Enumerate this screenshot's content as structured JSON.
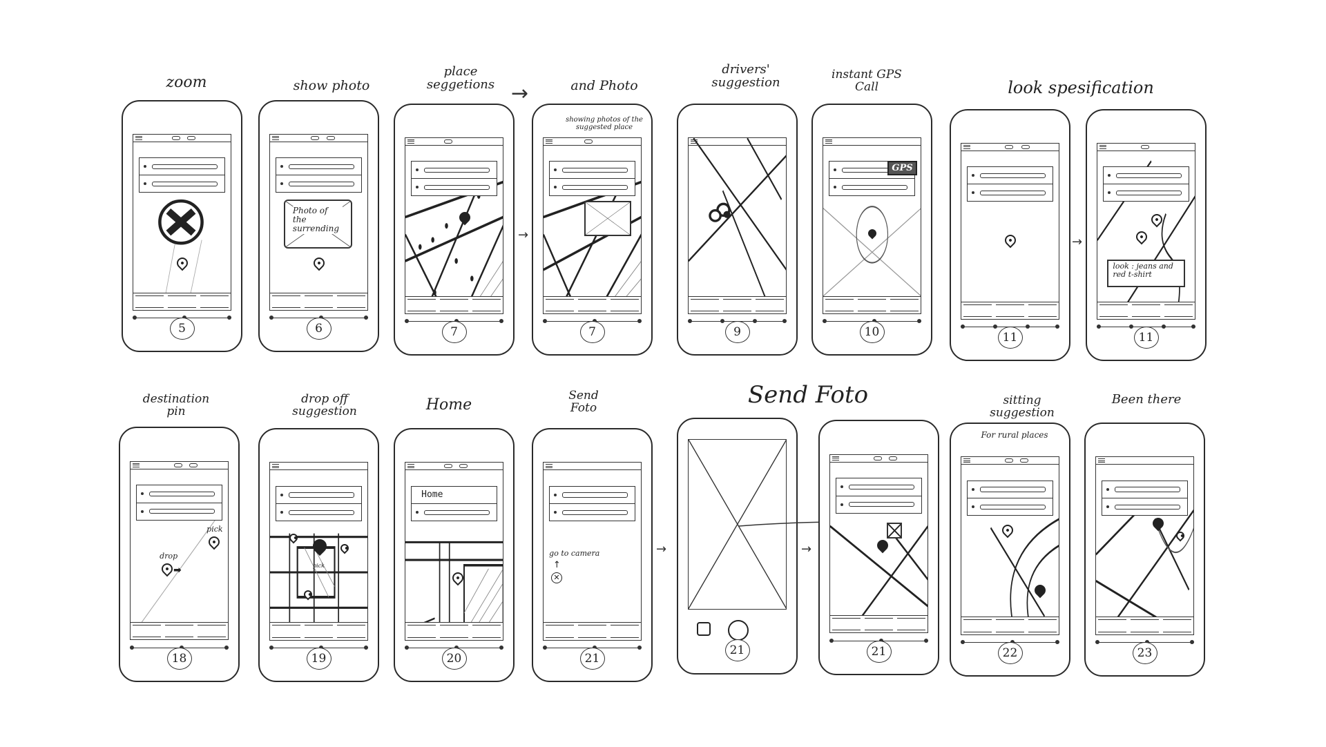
{
  "row1": [
    {
      "id": "p5",
      "title": "zoom",
      "number": "5"
    },
    {
      "id": "p6",
      "title": "show photo",
      "number": "6",
      "overlay": "Photo of the surrending"
    },
    {
      "id": "p7a",
      "title": "place seggetions",
      "number": "7"
    },
    {
      "id": "p7b",
      "title": "and Photo",
      "number": "7",
      "note": "showing photos of the suggested place"
    },
    {
      "id": "p9",
      "title": "drivers' suggestion",
      "number": "9"
    },
    {
      "id": "p10",
      "title": "instant GPS Call",
      "number": "10",
      "badge": "GPS"
    },
    {
      "id": "p11a",
      "title": "",
      "number": "11"
    },
    {
      "id": "p11b",
      "title": "",
      "number": "11",
      "note": "look : jeans and red t-shirt"
    }
  ],
  "group_title_11": "look spesification",
  "row2": [
    {
      "id": "p18",
      "title": "destination pin",
      "number": "18",
      "drop": "drop",
      "pick": "pick"
    },
    {
      "id": "p19",
      "title": "drop off suggestion",
      "number": "19",
      "pick": "pick"
    },
    {
      "id": "p20",
      "title": "Home",
      "number": "20",
      "field": "Home"
    },
    {
      "id": "p21a",
      "title": "Send Foto",
      "number": "21",
      "note": "go to camera"
    },
    {
      "id": "p21b",
      "title": "",
      "number": "21"
    },
    {
      "id": "p21c",
      "title": "",
      "number": "21"
    },
    {
      "id": "p22",
      "title": "sitting suggestion",
      "number": "22",
      "note": "For rural places"
    },
    {
      "id": "p23",
      "title": "Been there",
      "number": "23"
    }
  ],
  "group_title_21": "Send Foto",
  "arrows": {
    "place_to_photo": "→",
    "generic": "→"
  }
}
